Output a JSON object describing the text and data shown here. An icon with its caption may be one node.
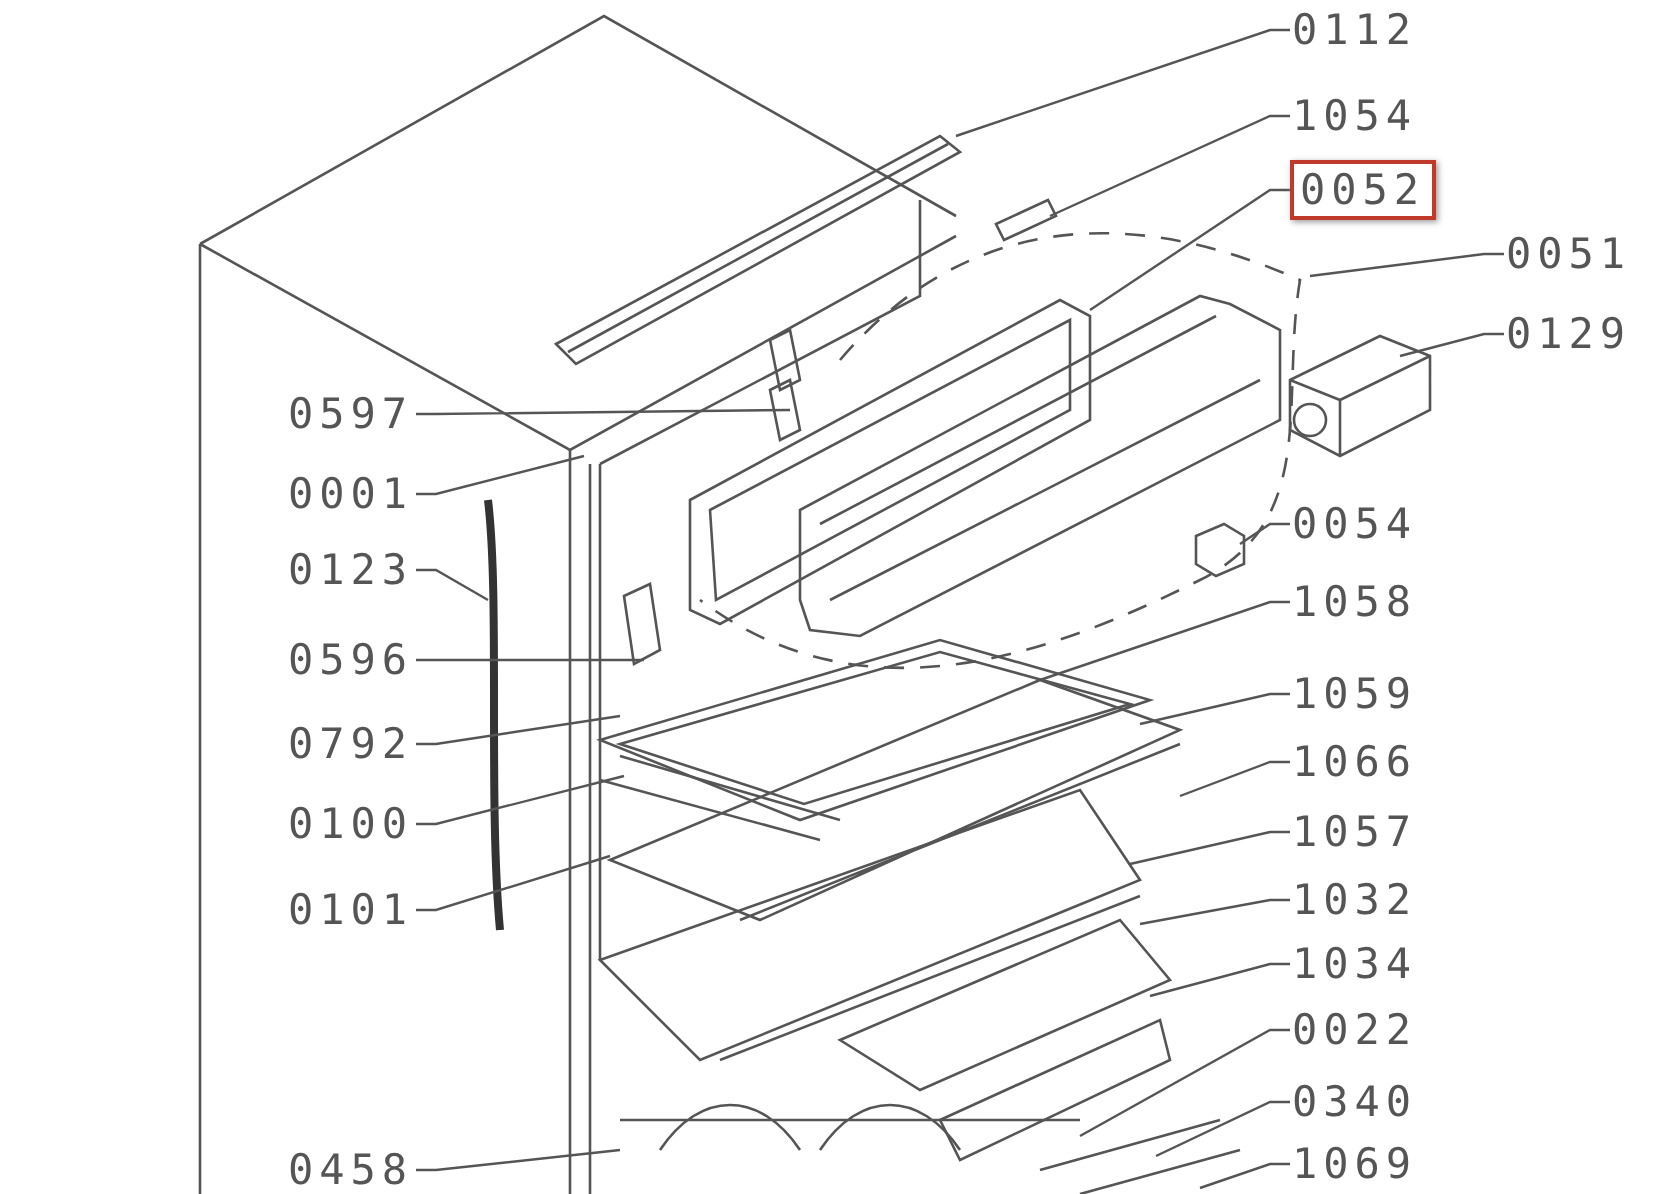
{
  "diagram": {
    "nodes": [
      {
        "text": [
          "0112"
        ]
      },
      {
        "text": [
          "1054"
        ]
      },
      {
        "text": [
          "0052"
        ]
      },
      {
        "text": [
          "0051"
        ]
      },
      {
        "text": [
          "0129"
        ]
      },
      {
        "text": [
          "0597"
        ]
      },
      {
        "text": [
          "0001"
        ]
      },
      {
        "text": [
          "0054"
        ]
      },
      {
        "text": [
          "0123"
        ]
      },
      {
        "text": [
          "1058"
        ]
      },
      {
        "text": [
          "0596"
        ]
      },
      {
        "text": [
          "1059"
        ]
      },
      {
        "text": [
          "0792"
        ]
      },
      {
        "text": [
          "1066"
        ]
      },
      {
        "text": [
          "0100"
        ]
      },
      {
        "text": [
          "1057"
        ]
      },
      {
        "text": [
          "1032"
        ]
      },
      {
        "text": [
          "0101"
        ]
      },
      {
        "text": [
          "1034"
        ]
      },
      {
        "text": [
          "0022"
        ]
      },
      {
        "text": [
          "0340"
        ]
      },
      {
        "text": [
          "1069"
        ]
      },
      {
        "text": [
          "0458"
        ]
      }
    ],
    "edges": [
      {
        "from": 0,
        "to": null,
        "arrow": "none"
      },
      {
        "from": 1,
        "to": null,
        "arrow": "none"
      },
      {
        "from": 2,
        "to": null,
        "arrow": "none"
      },
      {
        "from": 3,
        "to": null,
        "arrow": "none"
      },
      {
        "from": 4,
        "to": null,
        "arrow": "none"
      },
      {
        "from": 5,
        "to": null,
        "arrow": "none"
      },
      {
        "from": 6,
        "to": null,
        "arrow": "none"
      },
      {
        "from": 7,
        "to": null,
        "arrow": "none"
      },
      {
        "from": 8,
        "to": null,
        "arrow": "none"
      },
      {
        "from": 9,
        "to": null,
        "arrow": "none"
      },
      {
        "from": 10,
        "to": null,
        "arrow": "none"
      },
      {
        "from": 11,
        "to": null,
        "arrow": "none"
      },
      {
        "from": 12,
        "to": null,
        "arrow": "none"
      },
      {
        "from": 13,
        "to": null,
        "arrow": "none"
      },
      {
        "from": 14,
        "to": null,
        "arrow": "none"
      },
      {
        "from": 15,
        "to": null,
        "arrow": "none"
      },
      {
        "from": 16,
        "to": null,
        "arrow": "none"
      },
      {
        "from": 17,
        "to": null,
        "arrow": "none"
      },
      {
        "from": 18,
        "to": null,
        "arrow": "none"
      },
      {
        "from": 19,
        "to": null,
        "arrow": "none"
      },
      {
        "from": 20,
        "to": null,
        "arrow": "none"
      },
      {
        "from": 21,
        "to": null,
        "arrow": "none"
      },
      {
        "from": 22,
        "to": null,
        "arrow": "none"
      }
    ]
  }
}
